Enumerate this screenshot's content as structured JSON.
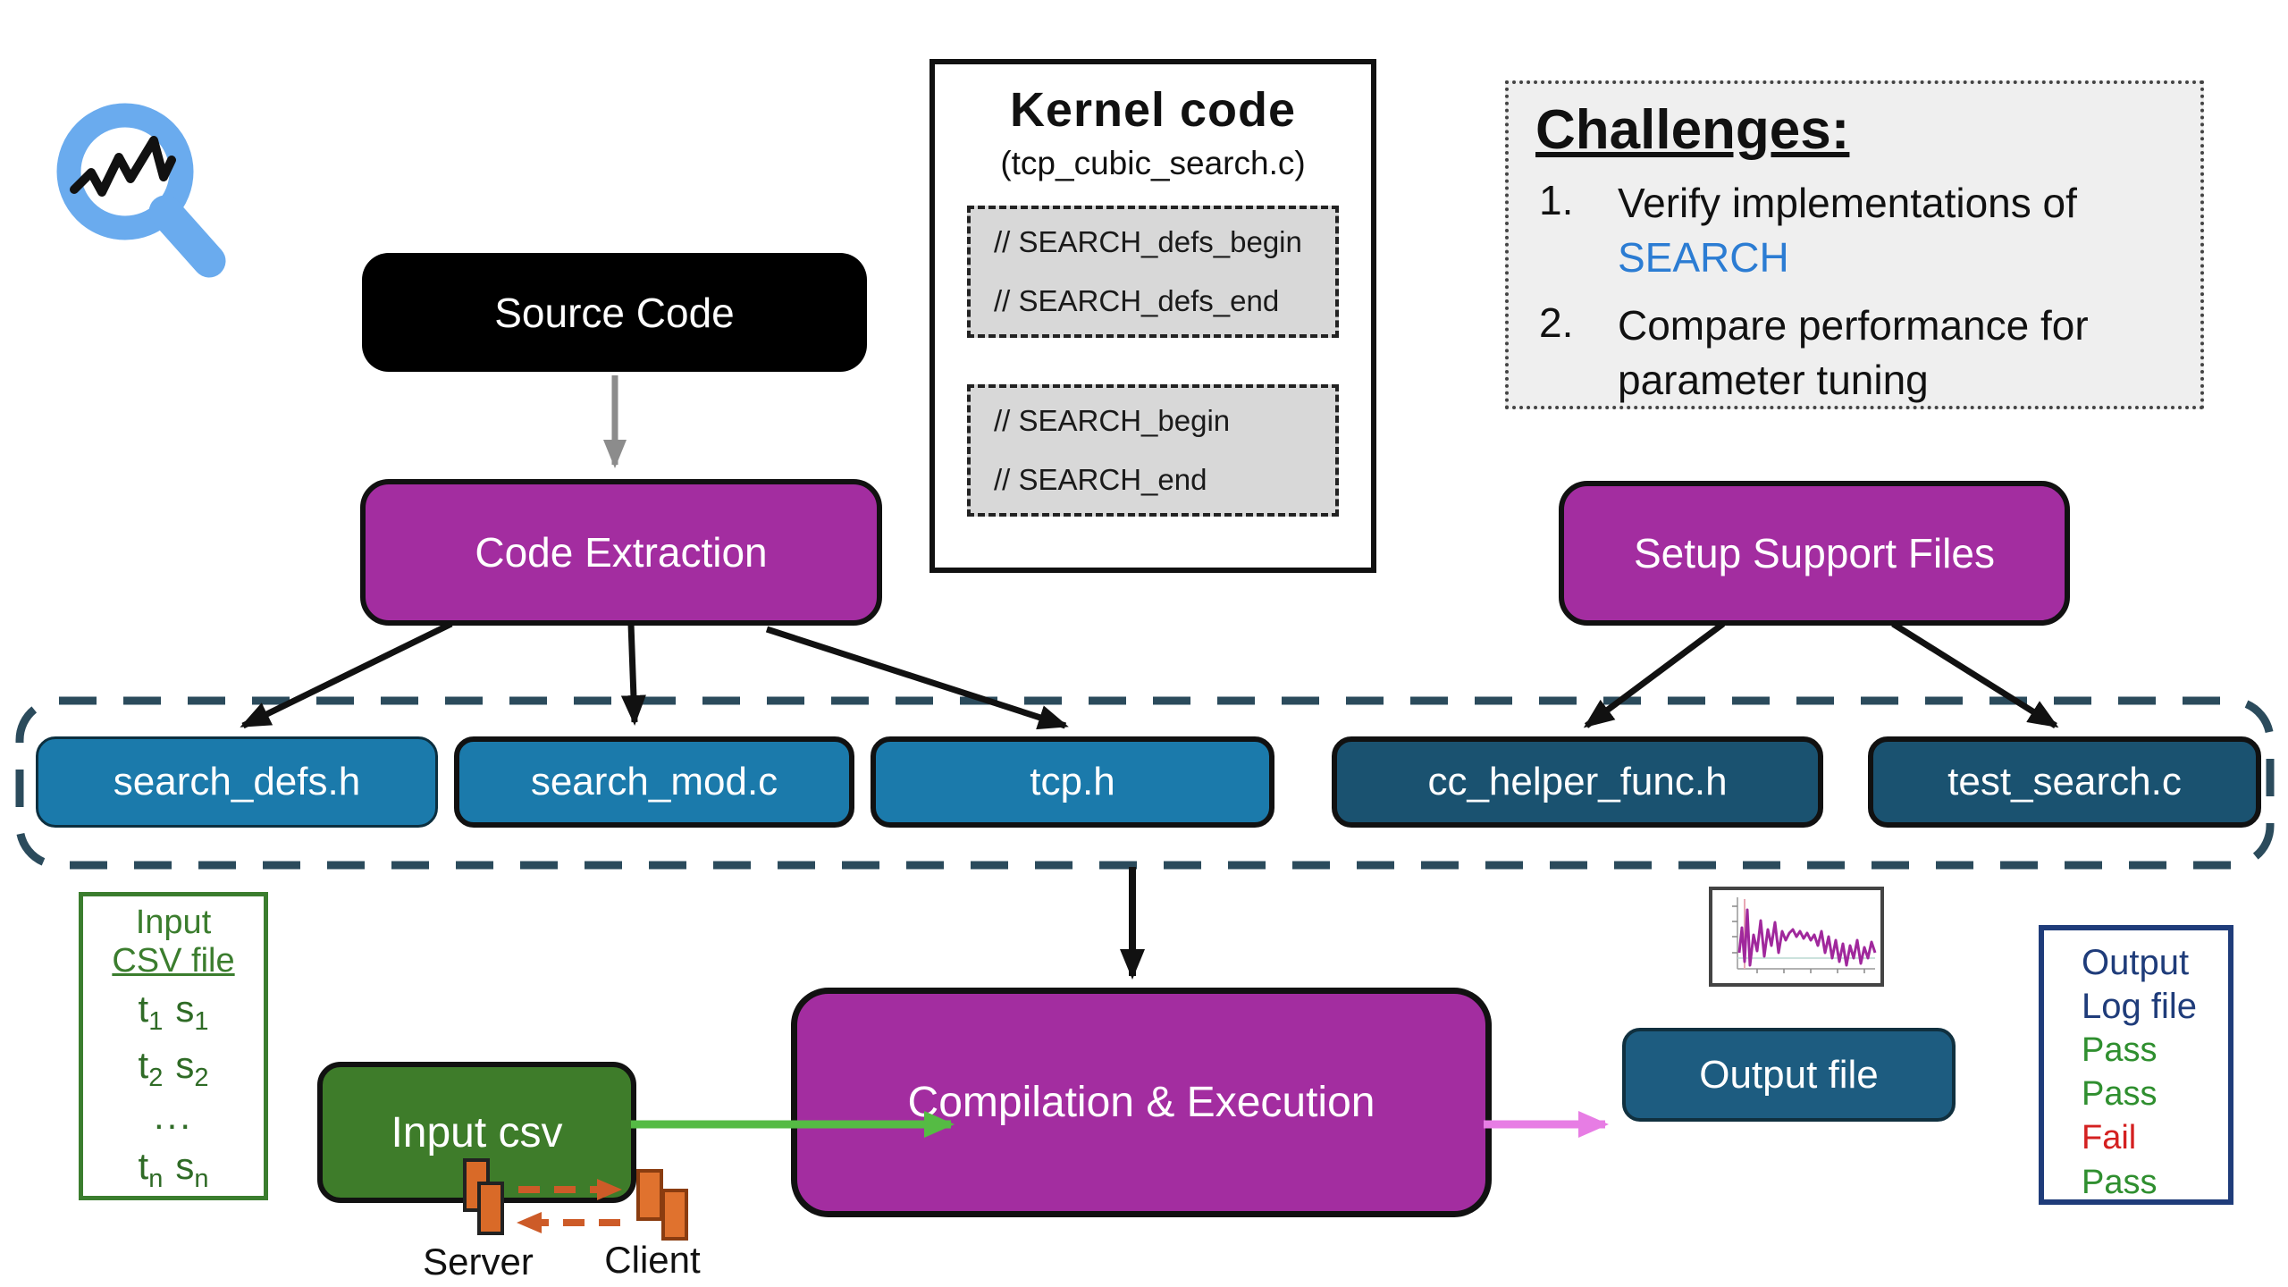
{
  "nodes": {
    "source_code": "Source Code",
    "code_extraction": "Code Extraction",
    "setup_support": "Setup Support Files",
    "input_csv": "Input csv",
    "compilation": "Compilation & Execution",
    "output_file": "Output file"
  },
  "kernel_code": {
    "title": "Kernel code",
    "subtitle": "(tcp_cubic_search.c)",
    "block1": {
      "line1": "// SEARCH_defs_begin",
      "line2": "// SEARCH_defs_end"
    },
    "block2": {
      "line1": "// SEARCH_begin",
      "line2": "// SEARCH_end"
    }
  },
  "challenges": {
    "title": "Challenges:",
    "item1": {
      "num": "1.",
      "line1": "Verify implementations of",
      "line2": "SEARCH"
    },
    "item2": {
      "num": "2.",
      "line1": "Compare performance for",
      "line2": "parameter tuning"
    }
  },
  "files": [
    {
      "label": "search_defs.h"
    },
    {
      "label": "search_mod.c"
    },
    {
      "label": "tcp.h"
    },
    {
      "label": "cc_helper_func.h"
    },
    {
      "label": "test_search.c"
    }
  ],
  "input_csv_file": {
    "line1": "Input",
    "line2": "CSV file",
    "rows": [
      {
        "v1": "t",
        "s1": "1",
        "v2": "s",
        "s2": "1"
      },
      {
        "v1": "t",
        "s1": "2",
        "v2": "s",
        "s2": "2"
      },
      {
        "v1": "t",
        "s1": "n",
        "v2": "s",
        "s2": "n"
      }
    ],
    "ellipsis": "..."
  },
  "output_log": {
    "line1": "Output",
    "line2": "Log file",
    "entries": [
      {
        "text": "Pass",
        "cls": "log-entry pass"
      },
      {
        "text": "Pass",
        "cls": "log-entry pass"
      },
      {
        "text": "Fail",
        "cls": "log-entry fail"
      },
      {
        "text": "Pass",
        "cls": "log-entry pass"
      }
    ]
  },
  "server_client": {
    "server": "Server",
    "client": "Client"
  },
  "colors": {
    "purple_node": "#a32da0",
    "black_node": "#000000",
    "file_teal_light": "#1b7aab",
    "file_teal_dark": "#1a5270",
    "output_file_teal": "#1d5c80",
    "input_csv_green": "#3e7c2a",
    "green_arrow": "#55bb44",
    "magenta_arrow": "#e77de4",
    "csv_panel_green": "#3b7d2e",
    "log_navy": "#1f3c7a",
    "pass_green": "#2f8f2f",
    "fail_red": "#d42020",
    "search_blue": "#2b7cd3",
    "logo_blue": "#6aabee",
    "server_orange": "#d96a28",
    "dashed_container": "#2b4b5c"
  }
}
